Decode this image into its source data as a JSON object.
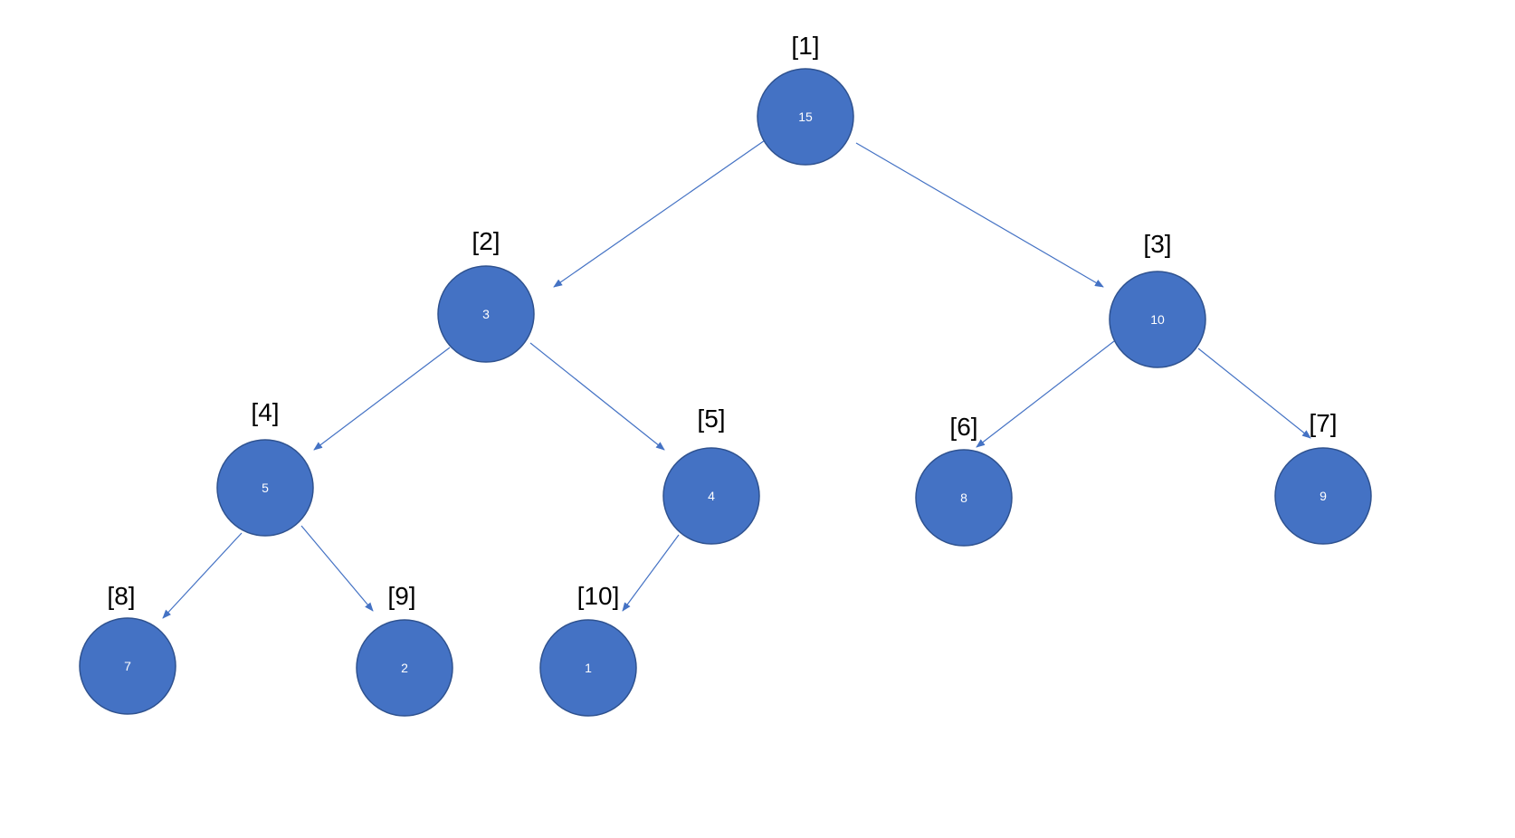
{
  "colors": {
    "node_fill": "#4472c4",
    "edge": "#4472c4",
    "node_text": "#ffffff",
    "index_text": "#000000"
  },
  "tree": {
    "nodes": [
      {
        "id": 1,
        "index_label": "[1]",
        "value": "15"
      },
      {
        "id": 2,
        "index_label": "[2]",
        "value": "3"
      },
      {
        "id": 3,
        "index_label": "[3]",
        "value": "10"
      },
      {
        "id": 4,
        "index_label": "[4]",
        "value": "5"
      },
      {
        "id": 5,
        "index_label": "[5]",
        "value": "4"
      },
      {
        "id": 6,
        "index_label": "[6]",
        "value": "8"
      },
      {
        "id": 7,
        "index_label": "[7]",
        "value": "9"
      },
      {
        "id": 8,
        "index_label": "[8]",
        "value": "7"
      },
      {
        "id": 9,
        "index_label": "[9]",
        "value": "2"
      },
      {
        "id": 10,
        "index_label": "[10]",
        "value": "1"
      }
    ],
    "edges": [
      {
        "from": 1,
        "to": 2
      },
      {
        "from": 1,
        "to": 3
      },
      {
        "from": 2,
        "to": 4
      },
      {
        "from": 2,
        "to": 5
      },
      {
        "from": 3,
        "to": 6
      },
      {
        "from": 3,
        "to": 7
      },
      {
        "from": 4,
        "to": 8
      },
      {
        "from": 4,
        "to": 9
      },
      {
        "from": 5,
        "to": 10
      }
    ]
  }
}
